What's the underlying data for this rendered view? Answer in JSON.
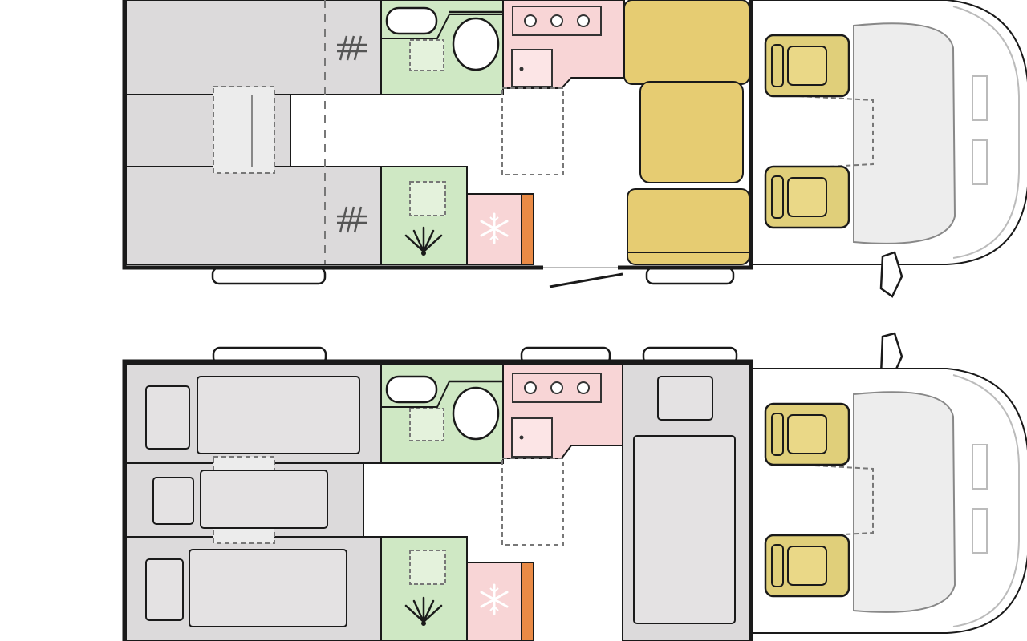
{
  "colors": {
    "background": "#ffffff",
    "outline": "#1a1a1a",
    "sleeping_area": "#dcdadb",
    "washroom": "#cfe8c4",
    "kitchen": "#f8d5d6",
    "fridge_trim": "#e98a45",
    "dinette_seating": "#e6cc72",
    "cab_seat": "#e0cf7a",
    "cab_panel": "#ededed",
    "dashed_fixture": "#777777"
  },
  "layouts": [
    {
      "name": "day-layout",
      "zones": [
        "rear-lounge",
        "washroom",
        "shower",
        "kitchen",
        "fridge",
        "dinette",
        "cab"
      ],
      "icons": [
        "rail-icon",
        "rail-icon",
        "shower-icon",
        "snowflake-icon",
        "hob-burner-icon",
        "sink-icon",
        "toilet-icon",
        "washbasin-icon",
        "entrance-door-icon"
      ]
    },
    {
      "name": "night-layout",
      "zones": [
        "rear-beds",
        "washroom",
        "shower",
        "kitchen",
        "fridge",
        "dinette-bed",
        "cab"
      ],
      "icons": [
        "pillow-icon",
        "mattress-icon",
        "shower-icon",
        "snowflake-icon",
        "hob-burner-icon",
        "sink-icon",
        "toilet-icon",
        "washbasin-icon"
      ]
    }
  ]
}
